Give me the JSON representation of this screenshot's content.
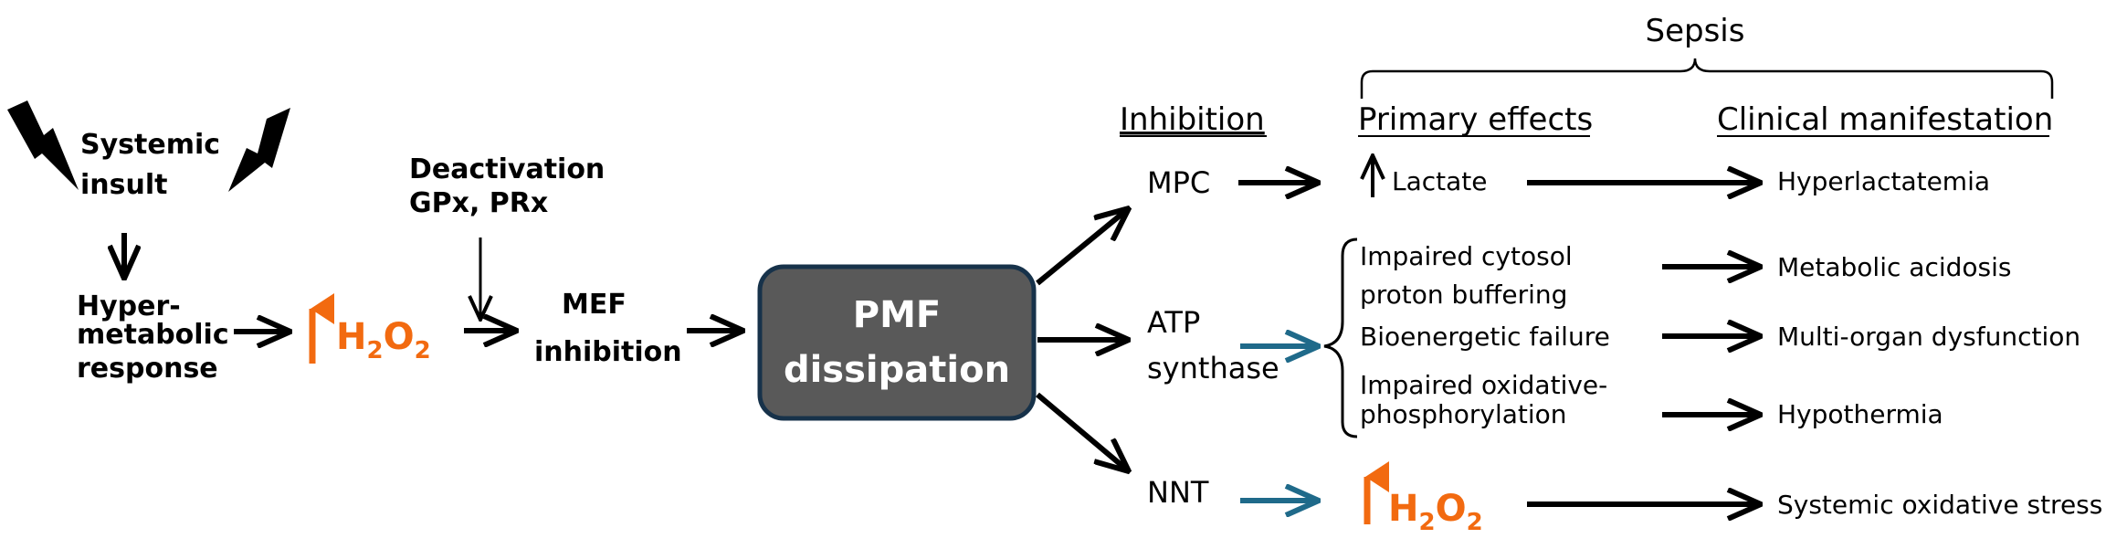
{
  "colors": {
    "arrow": "#000000",
    "teal_arrow": "#1f6a8a",
    "orange": "#f26a10",
    "pmf_box": "#595959",
    "pmf_border": "#17324a"
  },
  "icons": {
    "bolt_left": "lightning-bolt-icon",
    "bolt_right": "lightning-bolt-icon",
    "up_arrow": "up-arrow-icon"
  },
  "sepsis": "Sepsis",
  "headers": {
    "inhibition": "Inhibition",
    "primary_effects": "Primary effects",
    "clinical": "Clinical manifestation"
  },
  "left": {
    "insult_line1": "Systemic",
    "insult_line2": "insult",
    "hyper_line1": "Hyper-",
    "hyper_line2": "metabolic",
    "hyper_line3": "response",
    "h2o2_h": "H",
    "h2o2_sub1": "2",
    "h2o2_o": "O",
    "h2o2_sub2": "2",
    "deact_line1": "Deactivation",
    "deact_line2": "GPx, PRx",
    "mef_line1": "MEF",
    "mef_line2": "inhibition"
  },
  "pmf": {
    "line1": "PMF",
    "line2": "dissipation"
  },
  "targets": {
    "mpc": "MPC",
    "atp_line1": "ATP",
    "atp_line2": "synthase",
    "nnt": "NNT"
  },
  "primary": {
    "lactate": "Lactate",
    "effect1_line1": "Impaired cytosol",
    "effect1_line2": "proton buffering",
    "effect2": "Bioenergetic failure",
    "effect3_line1": "Impaired oxidative-",
    "effect3_line2": "phosphorylation",
    "h2o2_h": "H",
    "h2o2_sub1": "2",
    "h2o2_o": "O",
    "h2o2_sub2": "2"
  },
  "clinical": {
    "hyperlactatemia": "Hyperlactatemia",
    "acidosis": "Metabolic acidosis",
    "mod": "Multi-organ dysfunction",
    "hypothermia": "Hypothermia",
    "oxidative": "Systemic oxidative stress"
  }
}
